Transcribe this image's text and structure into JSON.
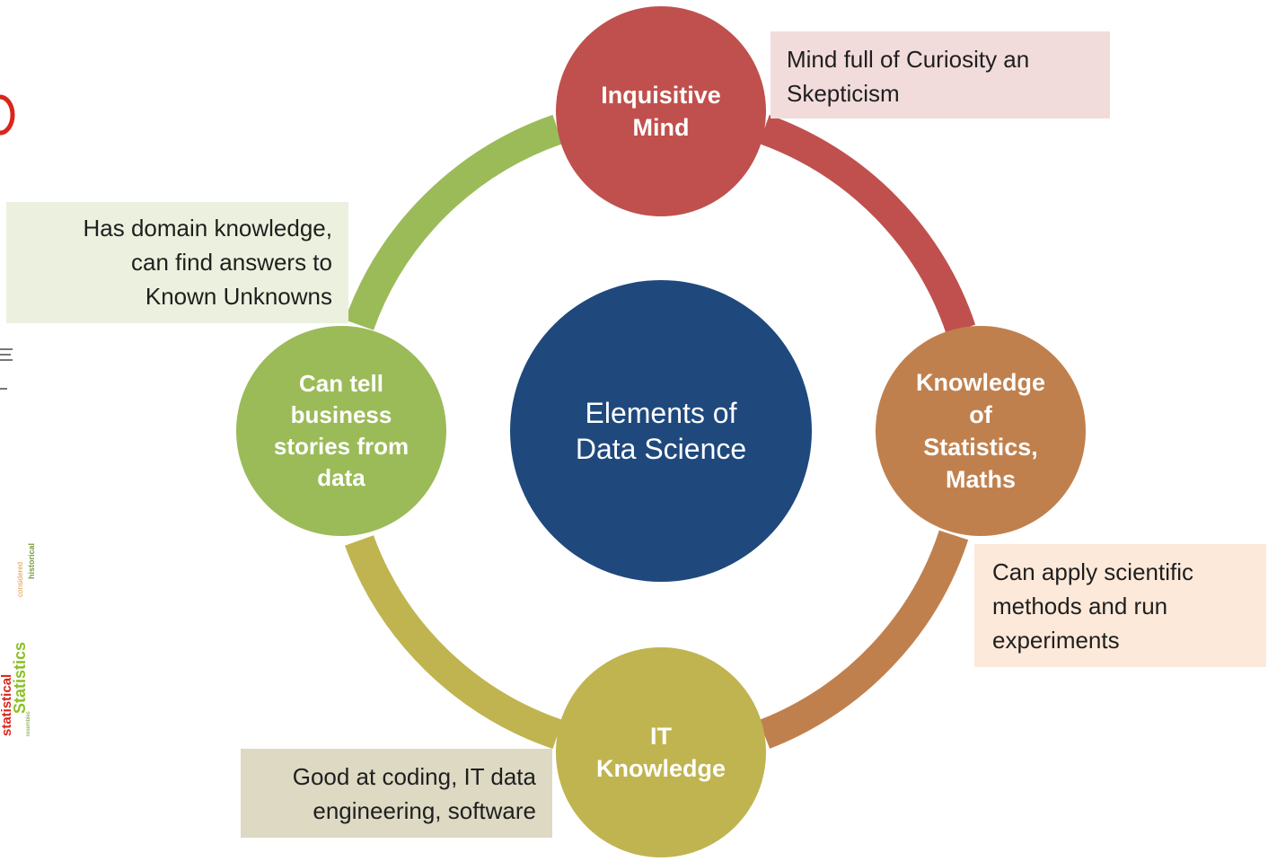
{
  "diagram": {
    "center": {
      "label": "Elements of\nData Science",
      "color": "#1f497d"
    },
    "nodes": [
      {
        "id": "inquisitive-mind",
        "label": "Inquisitive\nMind",
        "color": "#c0504d"
      },
      {
        "id": "statistics-maths",
        "label": "Knowledge\nof\nStatistics,\nMaths",
        "color": "#c0804d"
      },
      {
        "id": "it-knowledge",
        "label": "IT\nKnowledge",
        "color": "#c0b450"
      },
      {
        "id": "business-stories",
        "label": "Can tell\nbusiness\nstories from\ndata",
        "color": "#9bbb59"
      }
    ],
    "callouts": [
      {
        "id": "curiosity",
        "text": "Mind full of Curiosity an\nSkepticism",
        "bg": "#f2dcdb"
      },
      {
        "id": "scientific-methods",
        "text": "Can apply scientific\nmethods and run\nexperiments",
        "bg": "#fde9d9"
      },
      {
        "id": "coding",
        "text": "Good at coding, IT data\nengineering, software",
        "bg": "#ddd9c3"
      },
      {
        "id": "domain-knowledge",
        "text": "Has domain knowledge,\ncan find answers to\nKnown Unknowns",
        "bg": "#ebf1de"
      }
    ]
  },
  "decor": {
    "word_cloud": [
      "statistical",
      "Statistics",
      "resembles",
      "considered",
      "historical"
    ],
    "word_cloud_colors": [
      "#d9261c",
      "#8cbf26",
      "#e89a3c",
      "#7a9a3a"
    ]
  }
}
